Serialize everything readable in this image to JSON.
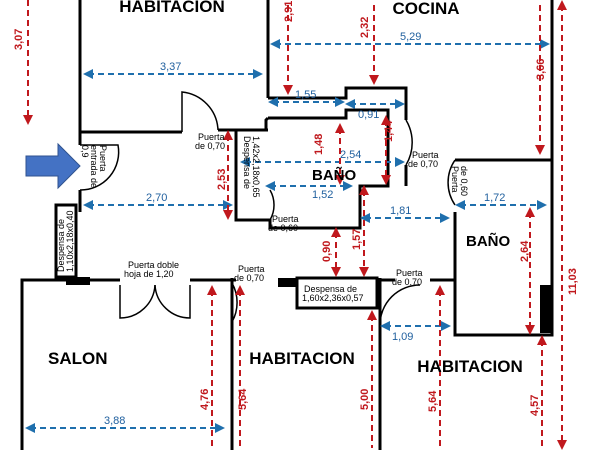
{
  "rooms": {
    "habitacion_top": "HABITACION",
    "cocina": "COCINA",
    "bano_center": "BAÑO",
    "bano_right": "BAÑO",
    "salon": "SALON",
    "habitacion_mid": "HABITACION",
    "habitacion_right": "HABITACION"
  },
  "doors": {
    "entrada": [
      "Puerta",
      "entrada de",
      "0,9"
    ],
    "puerta_hab_top": [
      "Puerta",
      "de 0,70"
    ],
    "puerta_bano_center": [
      "Puerta",
      "de 0,60"
    ],
    "puerta_bano_right_a": [
      "Puerta",
      "de 0,70"
    ],
    "puerta_bano_right_b": [
      "Puerta",
      "de 0,60"
    ],
    "puerta_doble": [
      "Puerta doble",
      "hoja de 1,20"
    ],
    "puerta_hab_mid": [
      "Puerta",
      "de 0,70"
    ],
    "puerta_hab_right": [
      "Puerta",
      "de 0,70"
    ]
  },
  "storage": {
    "despensa_center": [
      "Despensa de",
      "1,42x2,18x0,65"
    ],
    "despensa_left": [
      "Despensa de",
      "1,10x2,18x0,40"
    ],
    "despensa_bottom": [
      "Despensa de",
      "1,60x2,36x0,57"
    ]
  },
  "blue_dims": {
    "d_337": "3,37",
    "d_529": "5,29",
    "d_155": "1,55",
    "d_091": "0,91",
    "d_254": "2,54",
    "d_152": "1,52",
    "d_270": "2,70",
    "d_181": "1,81",
    "d_172": "1,72",
    "d_109": "1,09",
    "d_388": "3,88"
  },
  "red_dims": {
    "d_307": "3,07",
    "d_291": "2,91",
    "d_232": "2,32",
    "d_366": "3,66",
    "d_148": "1,48",
    "d_144": "1,44",
    "d_253": "2,53",
    "d_090": "0,90",
    "d_157": "1,57",
    "d_264": "2,64",
    "d_1103": "11,03",
    "d_476": "4,76",
    "d_564a": "5,64",
    "d_500": "5,00",
    "d_564b": "5,64",
    "d_457": "4,57"
  },
  "colors": {
    "wall": "#000000",
    "blue_dimension": "#1f6fad",
    "red_dimension": "#c0181d",
    "arrow": "#4472c4"
  },
  "icons": {
    "entrance_arrow": "arrow-right-icon"
  }
}
